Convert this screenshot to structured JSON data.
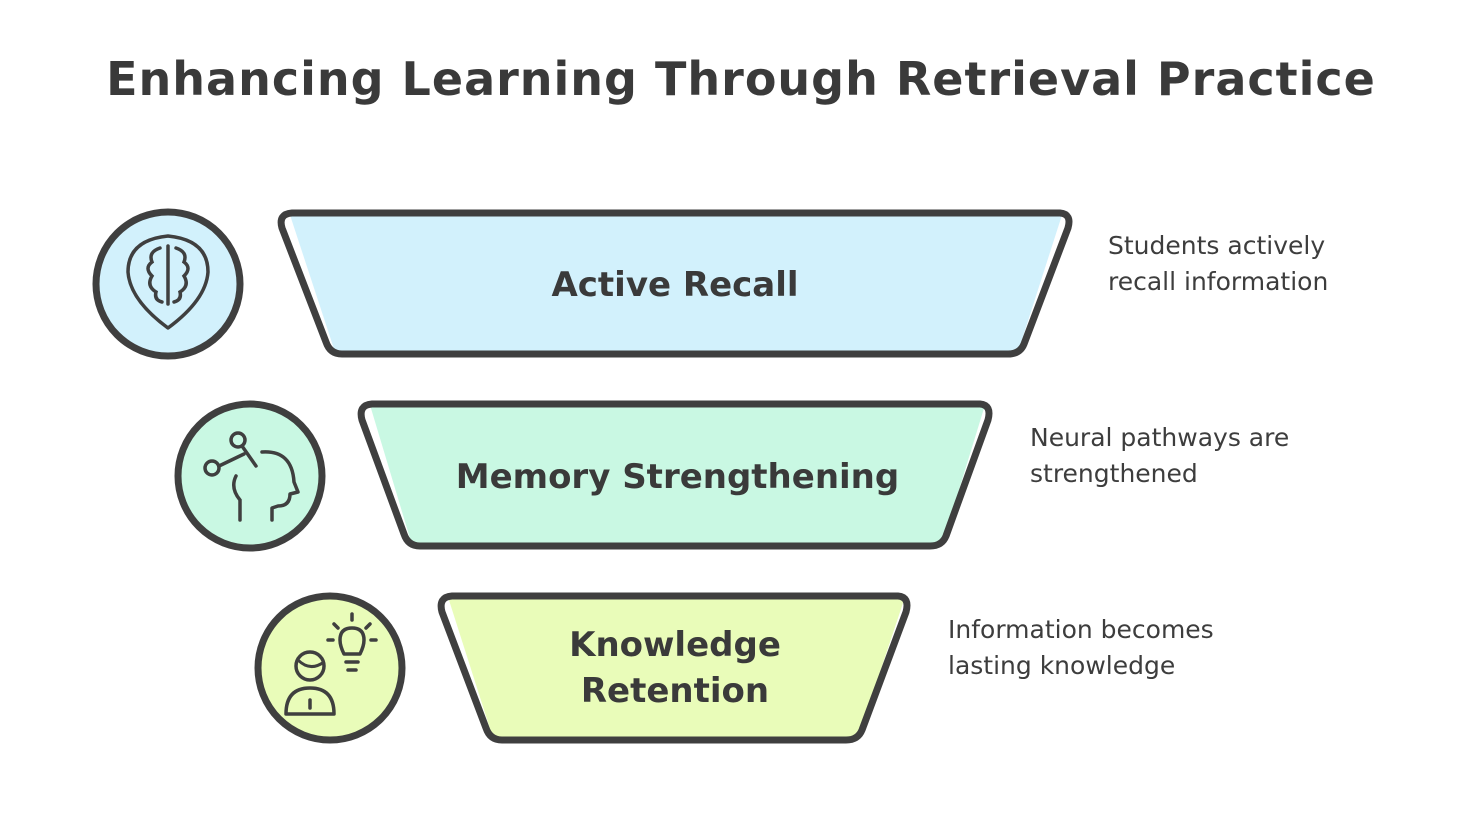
{
  "title": "Enhancing Learning Through Retrieval Practice",
  "colors": {
    "outline": "#3f3f3f",
    "layer1_fill": "#d2f1fc",
    "layer2_fill": "#c9f8e3",
    "layer3_fill": "#e9fcb9"
  },
  "layers": [
    {
      "label": "Active Recall",
      "icon": "brain-pin-icon",
      "description": [
        "Students actively",
        "recall information"
      ]
    },
    {
      "label": "Memory Strengthening",
      "icon": "head-network-icon",
      "description": [
        "Neural pathways are",
        "strengthened"
      ]
    },
    {
      "label": "Knowledge Retention",
      "icon": "person-lightbulb-icon",
      "description": [
        "Information becomes",
        "lasting knowledge"
      ]
    }
  ]
}
